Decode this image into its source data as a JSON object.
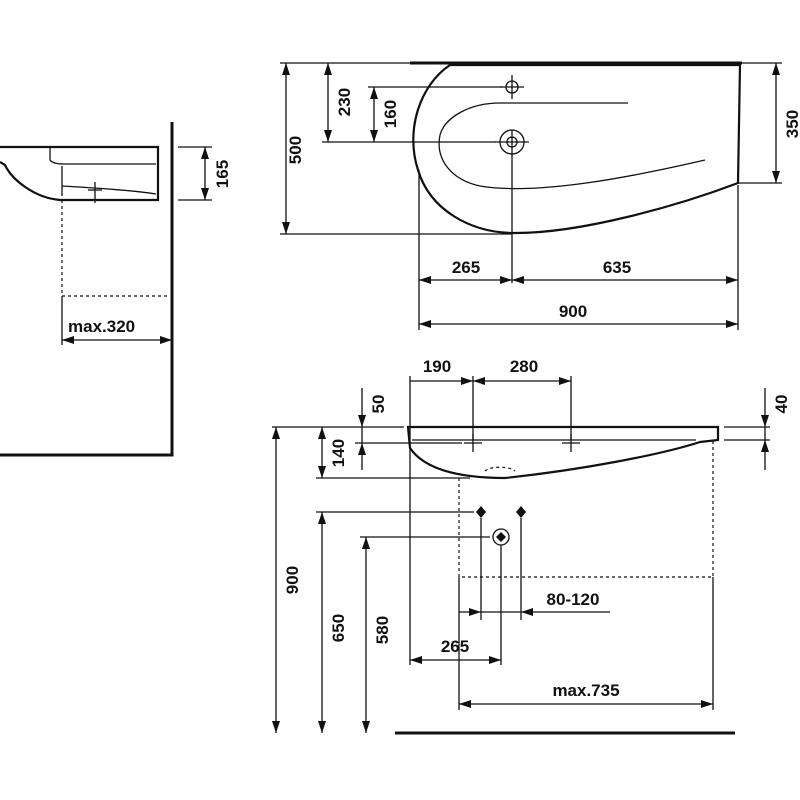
{
  "dimensions": {
    "side_projection": "max.320",
    "side_height": "165",
    "top_depth": "500",
    "top_tap_offset": "230",
    "top_drain_offset": "160",
    "top_right_depth": "350",
    "top_left_span": "265",
    "top_right_span": "635",
    "top_total_width": "900",
    "front_span_a": "190",
    "front_span_b": "280",
    "front_top_gap": "50",
    "front_right_thickness": "40",
    "front_bowl_depth": "140",
    "front_height_total": "900",
    "front_height_650": "650",
    "front_height_580": "580",
    "front_drain_range": "80-120",
    "front_drain_offset": "265",
    "front_cabinet_width": "max.735"
  }
}
